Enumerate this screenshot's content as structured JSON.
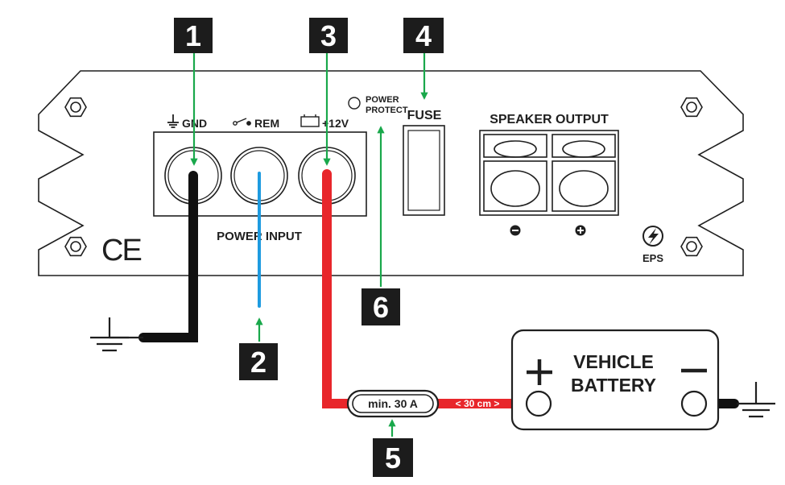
{
  "colors": {
    "outline": "#1f1f1f",
    "badge_bg": "#1c1c1c",
    "pointer": "#19a84b",
    "gnd_wire": "#111111",
    "rem_wire": "#1e9be0",
    "power_wire": "#e8262b",
    "label_text": "#1f1f1f"
  },
  "panel": {
    "gnd_label": "GND",
    "rem_label": "REM",
    "v12_label": "+12V",
    "power_input_label": "POWER INPUT",
    "power_protect_line1": "POWER",
    "power_protect_line2": "PROTECT",
    "fuse_label": "FUSE",
    "speaker_output_label": "SPEAKER OUTPUT",
    "minus_symbol": "−",
    "plus_symbol": "+",
    "ce_mark": "CE",
    "eps_label": "EPS"
  },
  "callouts": {
    "n1": "1",
    "n2": "2",
    "n3": "3",
    "n4": "4",
    "n5": "5",
    "n6": "6"
  },
  "wiring": {
    "fuse_rating": "min. 30 A",
    "distance": "< 30 cm >"
  },
  "battery": {
    "line1": "VEHICLE",
    "line2": "BATTERY",
    "plus": "+",
    "minus": "−"
  },
  "icons": [
    "ground-icon",
    "switch-icon",
    "battery-icon",
    "ground-symbol-icon",
    "eps-lightning-icon",
    "hex-screw-icon"
  ]
}
